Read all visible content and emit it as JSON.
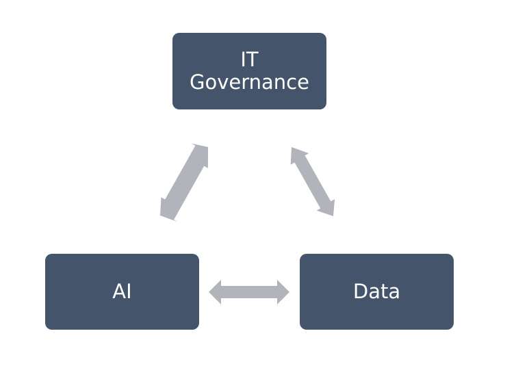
{
  "nodes": {
    "governance": {
      "label": "IT\nGovernance"
    },
    "ai": {
      "label": "AI"
    },
    "data": {
      "label": "Data"
    }
  },
  "colors": {
    "node_fill": "#44546a",
    "node_text": "#ffffff",
    "arrow_fill": "#b1b4bb"
  },
  "connections": [
    {
      "from": "ai",
      "to": "governance",
      "style": "double-arrow"
    },
    {
      "from": "governance",
      "to": "data",
      "style": "double-arrow"
    },
    {
      "from": "ai",
      "to": "data",
      "style": "double-arrow"
    }
  ]
}
